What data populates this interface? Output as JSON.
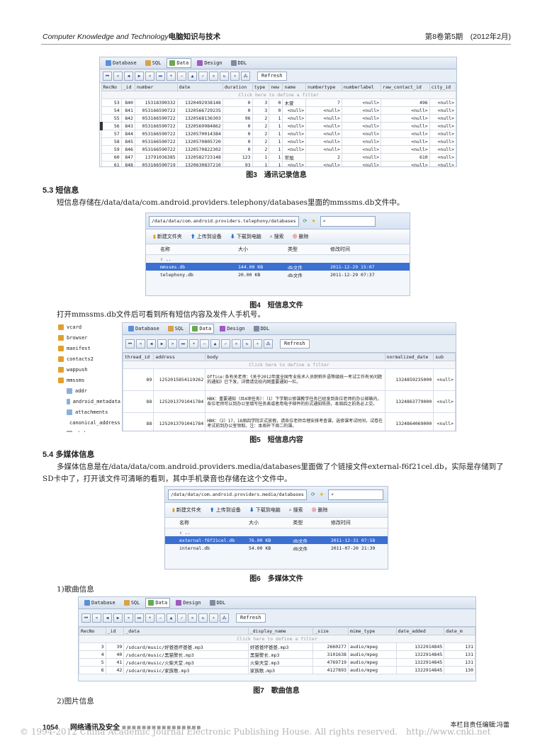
{
  "header": {
    "journal_en": "Computer Knowledge and Technology",
    "journal_cn": "电脑知识与技术",
    "issue": "第8卷第5期　(2012年2月)"
  },
  "tool_tabs": [
    "Database",
    "SQL",
    "Data",
    "Design",
    "DDL"
  ],
  "refresh_label": "Refresh",
  "filter_hint": "Click here to define a filter",
  "fig3": {
    "caption": "图3　通讯记录信息",
    "columns": [
      "RecNo",
      "_id",
      "number",
      "date",
      "duration",
      "type",
      "new",
      "name",
      "numbertype",
      "numberlabel",
      "raw_contact_id",
      "city_id"
    ],
    "rows": [
      [
        "53",
        "840",
        "15318390332",
        "1320492938148",
        "0",
        "3",
        "0",
        "木萱",
        "7",
        "<null>",
        "496",
        "<null>"
      ],
      [
        "54",
        "841",
        "053166590722",
        "1320566729235",
        "0",
        "3",
        "0",
        "<null>",
        "<null>",
        "<null>",
        "<null>",
        "<null>"
      ],
      [
        "55",
        "842",
        "053166590722",
        "1320568136303",
        "96",
        "2",
        "1",
        "<null>",
        "<null>",
        "<null>",
        "<null>",
        "<null>"
      ],
      [
        "56",
        "843",
        "053166590722",
        "1320569984862",
        "0",
        "2",
        "1",
        "<null>",
        "<null>",
        "<null>",
        "<null>",
        "<null>"
      ],
      [
        "57",
        "844",
        "053166590722",
        "1320570014384",
        "0",
        "2",
        "1",
        "<null>",
        "<null>",
        "<null>",
        "<null>",
        "<null>"
      ],
      [
        "58",
        "845",
        "053166590722",
        "1320570805720",
        "0",
        "2",
        "1",
        "<null>",
        "<null>",
        "<null>",
        "<null>",
        "<null>"
      ],
      [
        "59",
        "846",
        "053166590722",
        "1320570822302",
        "0",
        "2",
        "1",
        "<null>",
        "<null>",
        "<null>",
        "<null>",
        "<null>"
      ],
      [
        "60",
        "847",
        "13791036385",
        "1320582723148",
        "123",
        "1",
        "1",
        "常旭",
        "2",
        "<null>",
        "610",
        "<null>"
      ],
      [
        "61",
        "848",
        "053166590719",
        "1320630837210",
        "93",
        "1",
        "1",
        "<null>",
        "<null>",
        "<null>",
        "<null>",
        "<null>"
      ]
    ]
  },
  "sec53": {
    "title": "5.3 短信息",
    "para": "短信息存储在/data/data/com.android.providers.telephony/databases里面的mmssms.db文件中。"
  },
  "fig4": {
    "caption": "图4　短信息文件",
    "address": "/data/data/com.android.providers.telephony/databases",
    "search_placeholder": "",
    "toolbar": [
      "新建文件夹",
      "上传到设备",
      "下载到电脑",
      "搜索",
      "删除"
    ],
    "columns": [
      "名称",
      "大小",
      "类型",
      "修改时间"
    ],
    "up": "..",
    "files": [
      {
        "name": "mmssms.db",
        "size": "144.00 KB",
        "type": "db文件",
        "time": "2011-12-29 15:07"
      },
      {
        "name": "telephony.db",
        "size": "20.00 KB",
        "type": "db文件",
        "time": "2011-12-29 07:37"
      }
    ]
  },
  "para_fig5": "打开mmssms.db文件后可看到所有短信内容及发件人手机号。",
  "fig5": {
    "caption": "图5　短信息内容",
    "tree": [
      "vcard",
      "browser",
      "manifest",
      "contacts2",
      "wappush",
      "mmssms",
      "addr",
      "android_metadata",
      "attachments",
      "canonical_addresses",
      "cbch"
    ],
    "columns": [
      "thread_id",
      "address",
      "body",
      "normalized_date",
      "sub"
    ],
    "rows": [
      [
        "89",
        "1252015854119262",
        "Office:各有关老师：《关于2012年度全国专业技术人员职称外语等级统一考试工作有关问题的通知》已下发，详情请见校内网重要通知一栏。",
        "1324859235000",
        "<null>"
      ],
      [
        "88",
        "1252013791041784",
        "HBK：重要通知（共4项任务）：（1）下学期公修课教学任务已经发到各位老师的办公邮箱内，各位老师可以到办公室填写任务表或者用电子邮件的形式通知陈扬，本周四之前务必上交。",
        "1324863779000",
        "<null>"
      ],
      [
        "88",
        "1252013791041784",
        "HBK：（2）17，18周四学院正式放假，请各位老师合理安排考查课，选修课考试时间，试卷在考试前到办公室领取。注：本周补下周二的课。",
        "1324864069000",
        "<null>"
      ]
    ]
  },
  "sec54": {
    "title": "5.4 多媒体信息",
    "para": "多媒体信息是在/data/data/com.android.providers.media/databases里面做了个链接文件external-f6f21cel.db，实际是存储到了SD卡中了，打开该文件可清晰的看到，其中手机录音也存储在这个文件中。"
  },
  "fig6": {
    "caption": "图6　多媒体文件",
    "address": "/data/data/com.android.providers.media/databases",
    "toolbar": [
      "新建文件夹",
      "上传到设备",
      "下载到电脑",
      "搜索",
      "删除"
    ],
    "columns": [
      "名称",
      "大小",
      "类型",
      "修改时间"
    ],
    "up": "..",
    "files": [
      {
        "name": "external-f6f21cel.db",
        "size": "76.00 KB",
        "type": "db文件",
        "time": "2011-12-31 07:58"
      },
      {
        "name": "internal.db",
        "size": "54.00 KB",
        "type": "db文件",
        "time": "2011-07-20 21:39"
      }
    ]
  },
  "item1": "1)歌曲信息",
  "fig7": {
    "caption": "图7　歌曲信息",
    "columns": [
      "RecNo",
      "_id",
      "_data",
      "_display_name",
      "_size",
      "mime_type",
      "date_added",
      "date_m"
    ],
    "rows": [
      [
        "3",
        "39",
        "/sdcard/music/好爸爸坏爸爸.mp3",
        "好爸爸坏爸爸.mp3",
        "2660277",
        "audio/mpeg",
        "1322914845",
        "131"
      ],
      [
        "4",
        "40",
        "/sdcard/music/黑猫警长.mp3",
        "黑猫警长.mp3",
        "3101638",
        "audio/mpeg",
        "1322914845",
        "131"
      ],
      [
        "5",
        "41",
        "/sdcard/music/火柴天堂.mp3",
        "火柴天堂.mp3",
        "4769719",
        "audio/mpeg",
        "1322914845",
        "131"
      ],
      [
        "6",
        "42",
        "/sdcard/music/家族歌.mp3",
        "家族歌.mp3",
        "4127893",
        "audio/mpeg",
        "1322914845",
        "130"
      ]
    ]
  },
  "item2": "2)图片信息",
  "footer": {
    "page": "1054",
    "section": "网络通讯及安全",
    "editor": "本栏目责任编辑:冯蕾",
    "watermark": "© 1994-2012 China Academic Journal Electronic Publishing House. All rights reserved.　http://www.cnki.net"
  },
  "colors": {
    "accent": "#3b6fd1",
    "grid_header": "#e6ebf2"
  }
}
